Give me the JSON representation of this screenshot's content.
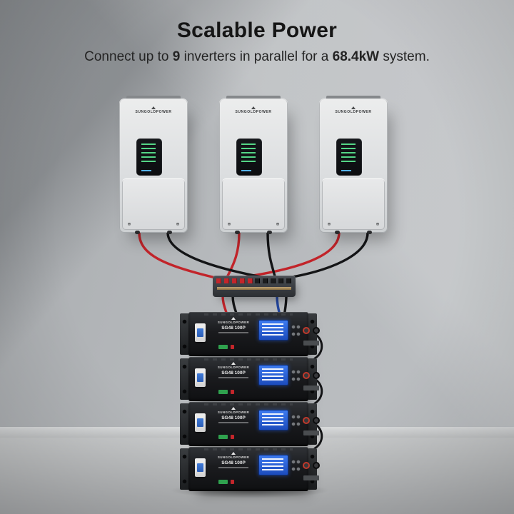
{
  "header": {
    "title": "Scalable Power",
    "subtitle": {
      "pre": "Connect up to ",
      "count": "9",
      "mid": " inverters in parallel for a ",
      "power": "68.4kW",
      "post": " system."
    }
  },
  "brand": {
    "name": "SUNGOLDPOWER"
  },
  "battery": {
    "model": "SG48 100P"
  },
  "colors": {
    "cable_red": "#c2242a",
    "cable_black": "#141517",
    "cable_blue": "#24479e",
    "lcd_blue": "#2c5fd6",
    "display_green": "#58e08c"
  }
}
